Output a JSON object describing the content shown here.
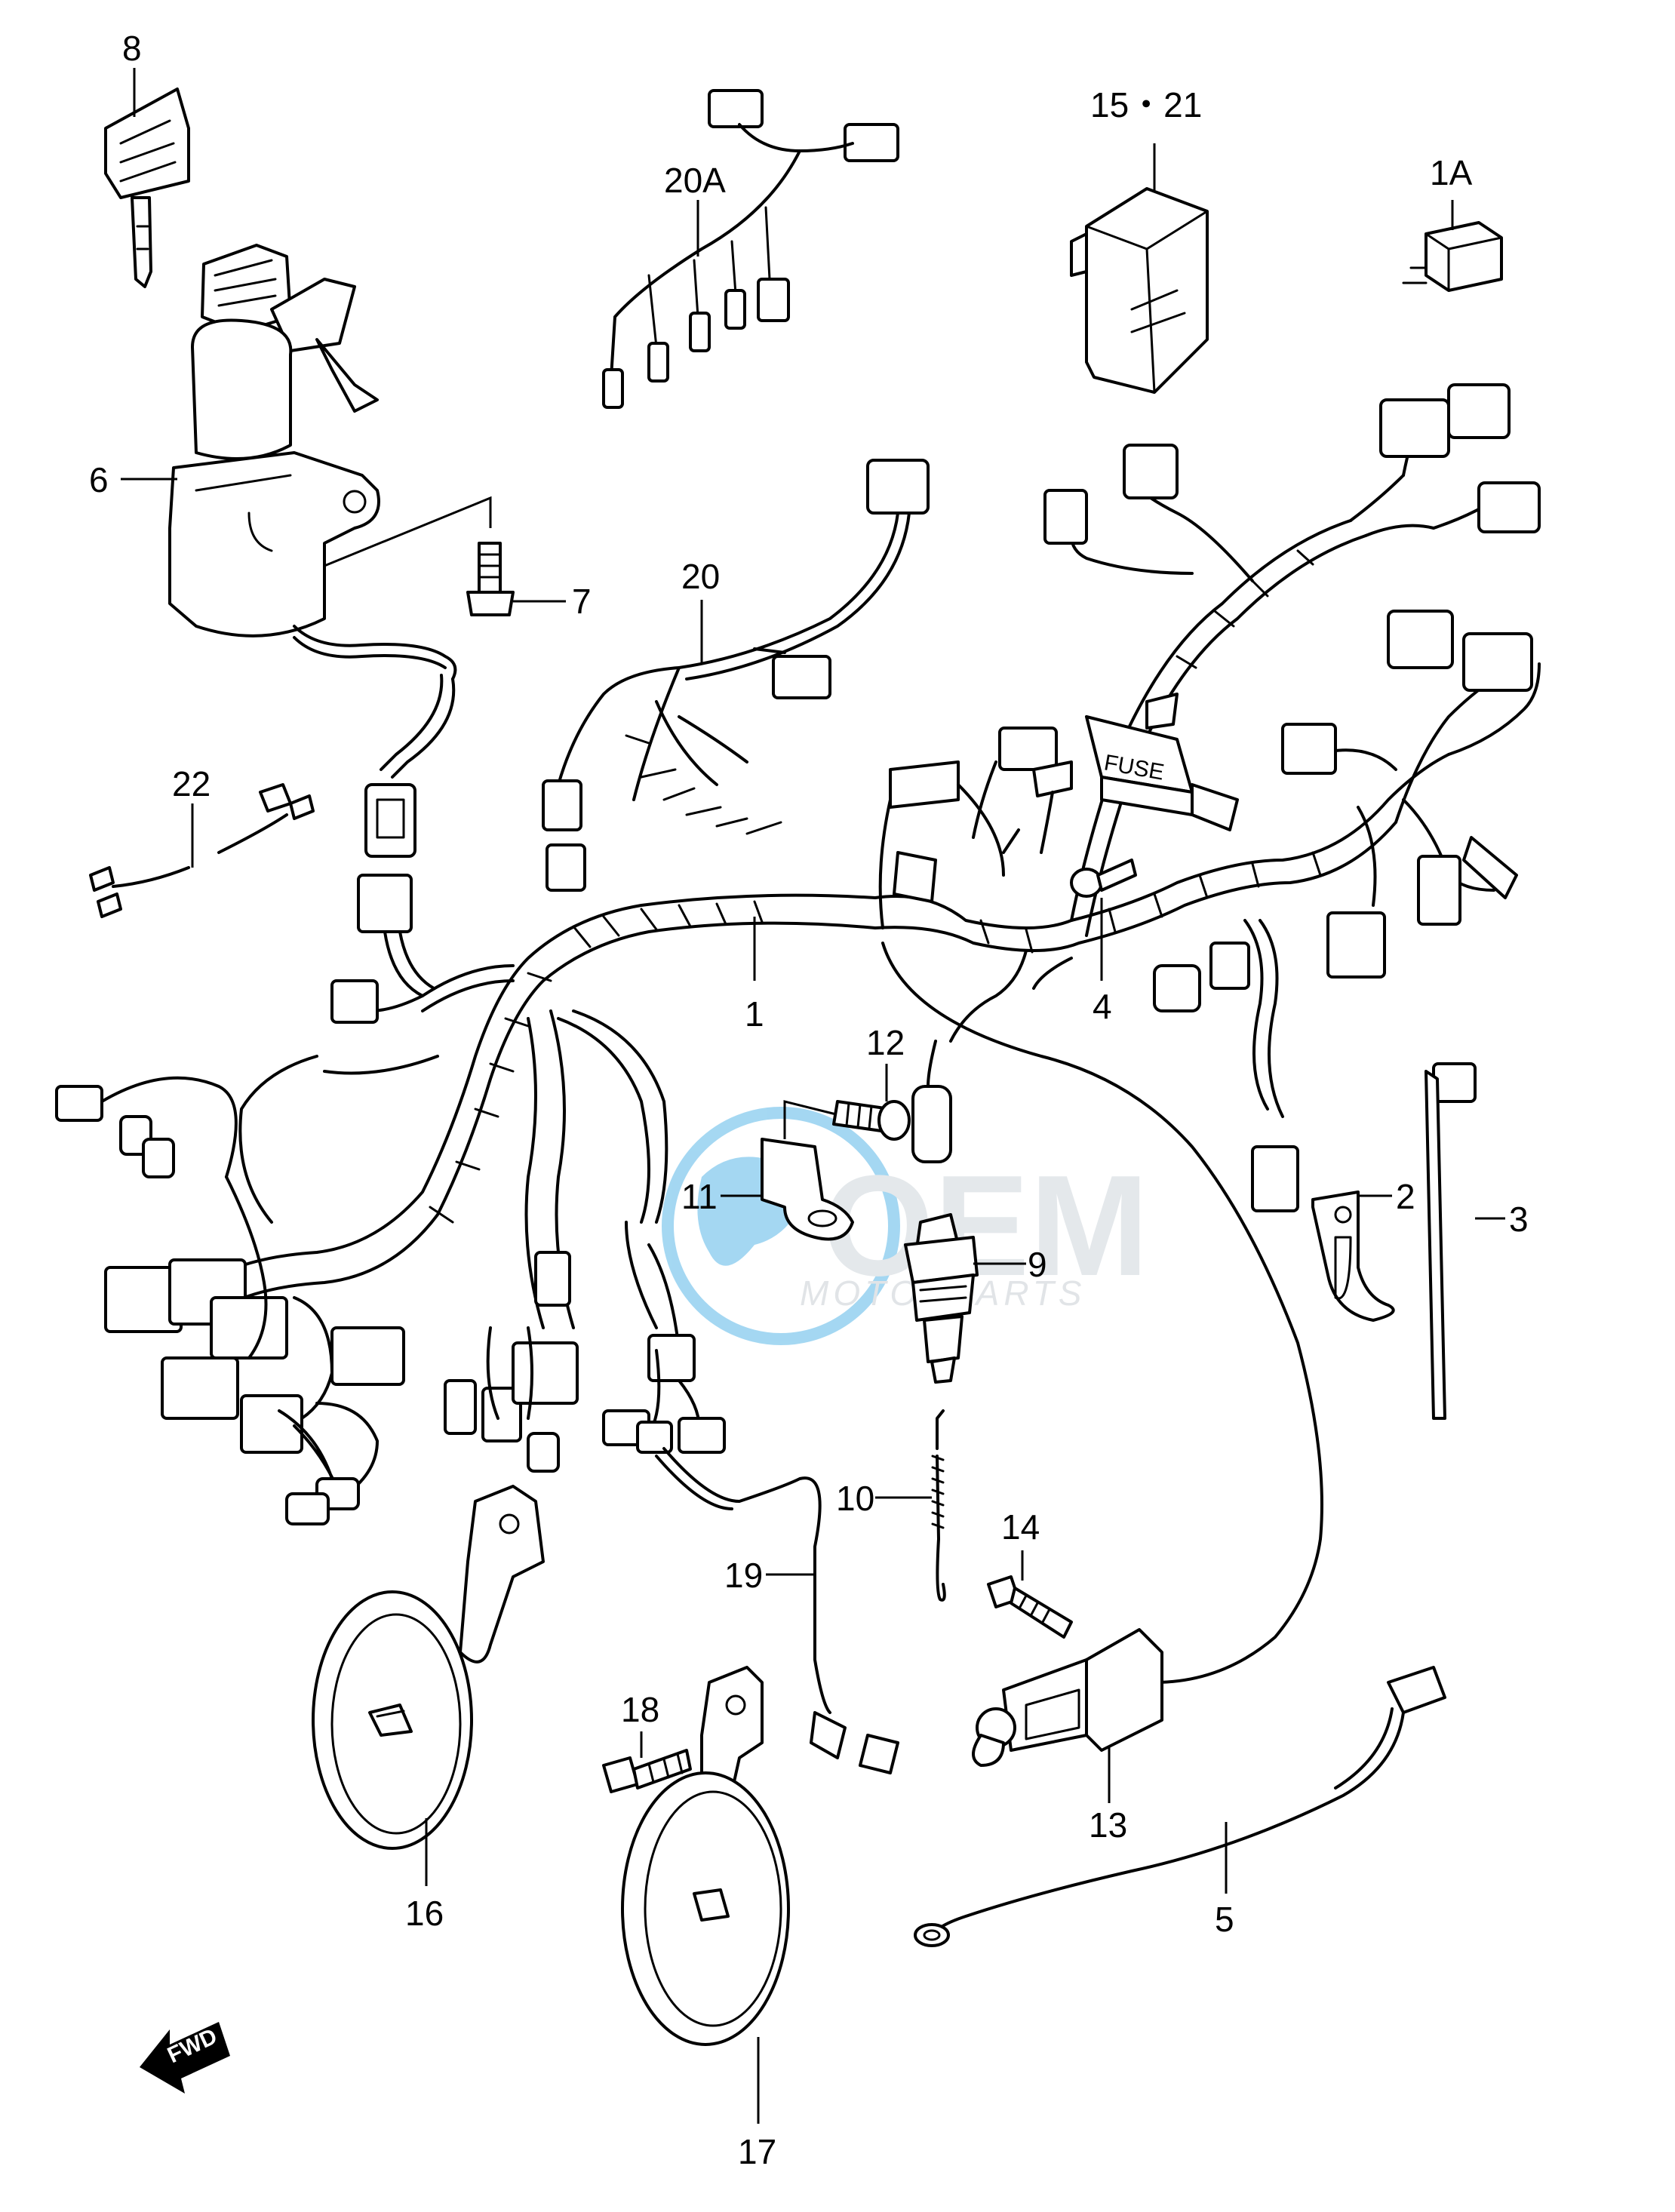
{
  "diagram": {
    "callouts": [
      {
        "id": "8",
        "label": "8"
      },
      {
        "id": "6",
        "label": "6"
      },
      {
        "id": "7",
        "label": "7"
      },
      {
        "id": "20A",
        "label": "20A"
      },
      {
        "id": "20",
        "label": "20"
      },
      {
        "id": "15-21",
        "label": "15・21"
      },
      {
        "id": "1A",
        "label": "1A"
      },
      {
        "id": "22",
        "label": "22"
      },
      {
        "id": "1",
        "label": "1"
      },
      {
        "id": "4",
        "label": "4"
      },
      {
        "id": "12",
        "label": "12"
      },
      {
        "id": "11",
        "label": "11"
      },
      {
        "id": "9",
        "label": "9"
      },
      {
        "id": "2",
        "label": "2"
      },
      {
        "id": "3",
        "label": "3"
      },
      {
        "id": "10",
        "label": "10"
      },
      {
        "id": "14",
        "label": "14"
      },
      {
        "id": "19",
        "label": "19"
      },
      {
        "id": "18",
        "label": "18"
      },
      {
        "id": "13",
        "label": "13"
      },
      {
        "id": "16",
        "label": "16"
      },
      {
        "id": "5",
        "label": "5"
      },
      {
        "id": "17",
        "label": "17"
      }
    ],
    "fuse_box_label": "FUSE",
    "direction_arrow_label": "FWD"
  },
  "watermark": {
    "brand": "OEM",
    "sub": "MOTORPARTS",
    "color": "#cfd6dc",
    "globe_color": "#5bb8e8"
  }
}
